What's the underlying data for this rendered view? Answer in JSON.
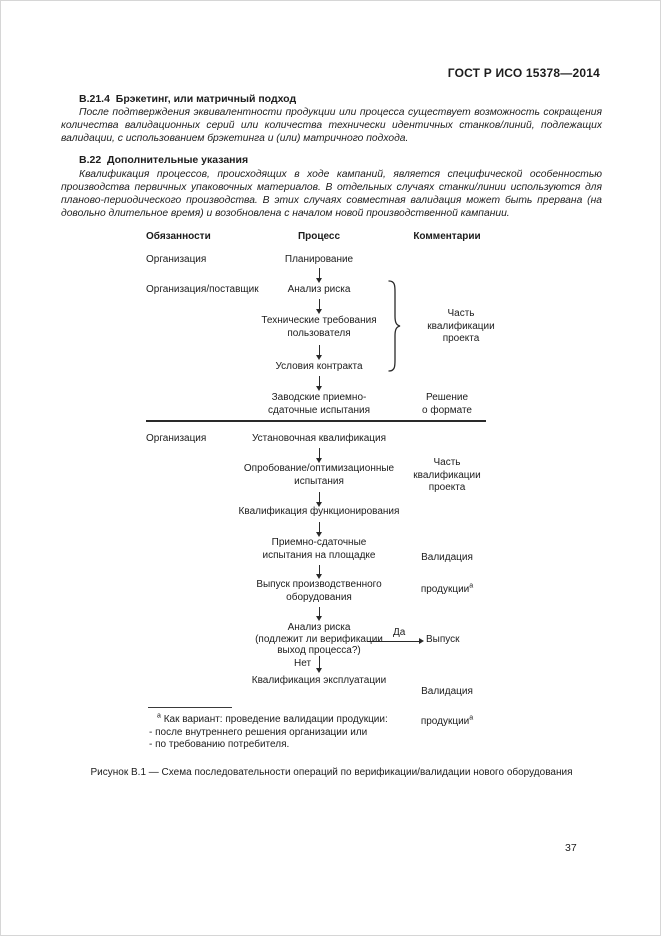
{
  "header": {
    "doc_code": "ГОСТ Р ИСО 15378—2014",
    "page_number": "37"
  },
  "sections": {
    "b214": {
      "heading": "В.21.4  Брэкетинг, или матричный подход",
      "body": "После подтверждения эквивалентности продукции или процесса существует возможность сокращения количества валидационных серий или количества технически идентичных станков/линий, подлежащих валидации, с использованием брэкетинга и (или) матричного подхода."
    },
    "b22": {
      "heading": "В.22  Дополнительные указания",
      "body": "Квалификация процессов, происходящих в ходе кампаний, является специфической особенностью производства первичных упаковочных материалов. В отдельных случаях станки/линии используются для планово-периодического производства. В этих случаях совместная валидация может быть прервана (на довольно длительное время) и возобновлена с началом новой производственной кампании."
    }
  },
  "flowchart": {
    "columns": {
      "responsibilities": "Обязанности",
      "process": "Процесс",
      "comments": "Комментарии"
    },
    "responsibilities": {
      "org1": "Организация",
      "org_supplier": "Организация/поставщик",
      "org2": "Организация"
    },
    "steps": {
      "planning": "Планирование",
      "risk_analysis1": "Анализ риска",
      "tech_requirements": "Технические требования\nпользователя",
      "contract_terms": "Условия контракта",
      "factory_tests": "Заводские приемно-\nсдаточные испытания",
      "installation_qualification": "Установочная квалификация",
      "trial_tests": "Опробование/оптимизационные\nиспытания",
      "operation_qualification": "Квалификация функционирования",
      "site_tests": "Приемно-сдаточные\nиспытания на площадке",
      "equipment_release": "Выпуск производственного\nоборудования",
      "risk_analysis2": "Анализ риска\n(подлежит ли верификации\nвыход процесса?)",
      "release": "Выпуск",
      "exploitation_qualification": "Квалификация эксплуатации"
    },
    "labels": {
      "yes": "Да",
      "no": "Нет"
    },
    "comments": {
      "design_qualification1": "Часть\nквалификации\nпроекта",
      "format_decision": "Решение\nо формате",
      "design_qualification2": "Часть\nквалификации\nпроекта",
      "product_validation1": {
        "line1": "Валидация",
        "line2": "продукции",
        "sup": "а"
      },
      "product_validation2": {
        "line1": "Валидация",
        "line2": "продукции",
        "sup": "а"
      }
    }
  },
  "footnote": {
    "marker": "а",
    "intro": "Как вариант: проведение валидации продукции:",
    "items": [
      "- после внутреннего решения организации или",
      "- по требованию потребителя."
    ]
  },
  "caption": "Рисунок В.1 — Схема последовательности операций по верификации/валидации нового оборудования"
}
